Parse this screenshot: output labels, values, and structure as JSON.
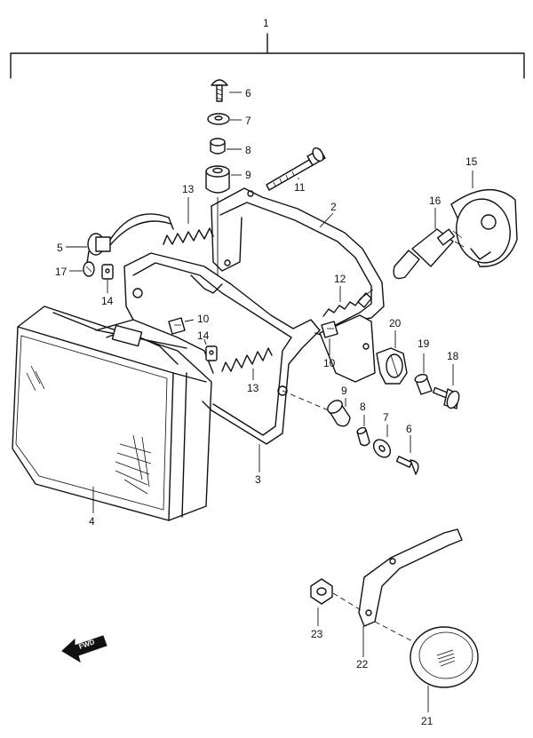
{
  "callouts": {
    "c1": "1",
    "c2": "2",
    "c3": "3",
    "c4": "4",
    "c5": "5",
    "c6a": "6",
    "c6b": "6",
    "c7a": "7",
    "c7b": "7",
    "c8a": "8",
    "c8b": "8",
    "c9a": "9",
    "c9b": "9",
    "c10a": "10",
    "c10b": "10",
    "c11": "11",
    "c12": "12",
    "c13a": "13",
    "c13b": "13",
    "c14a": "14",
    "c14b": "14",
    "c15": "15",
    "c16": "16",
    "c17": "17",
    "c18": "18",
    "c19": "19",
    "c20": "20",
    "c21": "21",
    "c22": "22",
    "c23": "23"
  },
  "fwd_label": "FWD",
  "colors": {
    "line": "#111111",
    "background": "#ffffff"
  }
}
